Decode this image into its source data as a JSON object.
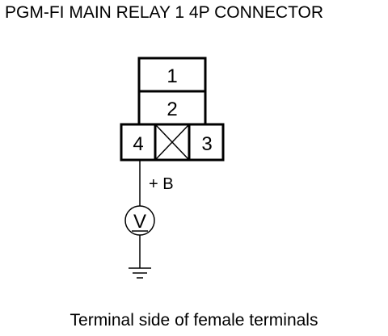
{
  "title": "PGM-FI MAIN RELAY 1 4P CONNECTOR",
  "connector": {
    "terminals": [
      "1",
      "2",
      "3",
      "4"
    ],
    "probe_terminal": "4"
  },
  "probe_label": "+ B",
  "meter": {
    "symbol": "V"
  },
  "caption": "Terminal side of female terminals",
  "colors": {
    "line": "#000000",
    "background": "#ffffff"
  }
}
